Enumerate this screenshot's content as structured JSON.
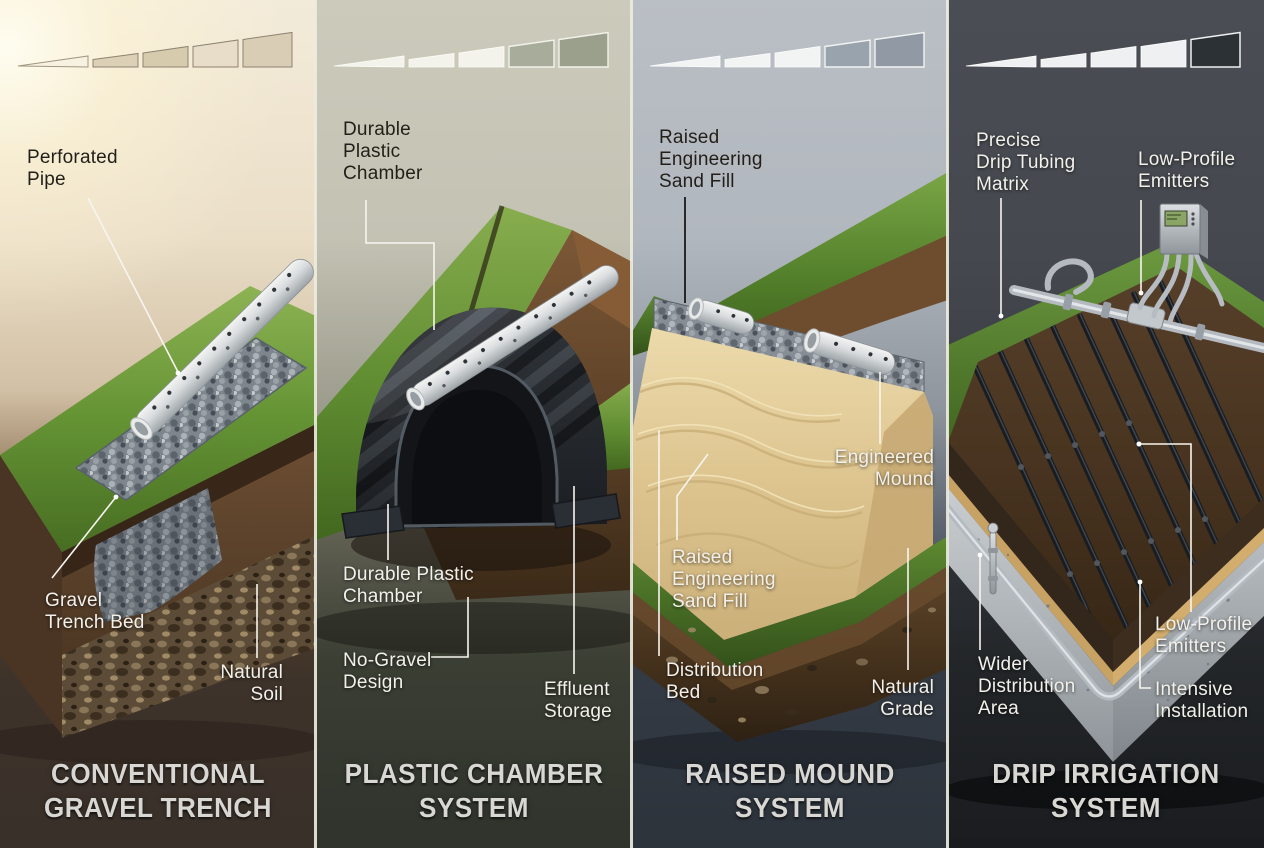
{
  "figure": {
    "type": "comparison-infographic",
    "subject": "Septic drainfield system types, cutaway cross-sections",
    "panel_count": 4
  },
  "panels": [
    {
      "id": "conventional-gravel-trench",
      "title_lines": [
        "CONVENTIONAL",
        "GRAVEL TRENCH"
      ],
      "scale_indicator": {
        "segments": 5,
        "style": [
          "outlined",
          "outlined",
          "outlined",
          "outlined",
          "outlined"
        ]
      },
      "callouts": [
        {
          "name": "perforated-pipe",
          "tone": "dark",
          "lines": [
            "Perforated",
            "Pipe"
          ]
        },
        {
          "name": "gravel-trench-bed",
          "tone": "light",
          "lines": [
            "Gravel",
            "Trench Bed"
          ]
        },
        {
          "name": "natural-soil",
          "tone": "light",
          "lines": [
            "Natural",
            "Soil"
          ]
        }
      ]
    },
    {
      "id": "plastic-chamber-system",
      "title_lines": [
        "PLASTIC CHAMBER",
        "SYSTEM"
      ],
      "scale_indicator": {
        "segments": 5,
        "style": [
          "filled-white",
          "filled-white",
          "filled-white",
          "filled-gray",
          "filled-gray"
        ]
      },
      "callouts": [
        {
          "name": "durable-plastic-chamber-top",
          "tone": "dark",
          "lines": [
            "Durable",
            "Plastic",
            "Chamber"
          ]
        },
        {
          "name": "durable-plastic-chamber",
          "tone": "light",
          "lines": [
            "Durable Plastic",
            "Chamber"
          ]
        },
        {
          "name": "no-gravel-design",
          "tone": "light",
          "lines": [
            "No-Gravel",
            "Design"
          ]
        },
        {
          "name": "effluent-storage",
          "tone": "light",
          "lines": [
            "Effluent",
            "Storage"
          ]
        }
      ]
    },
    {
      "id": "raised-mound-system",
      "title_lines": [
        "RAISED MOUND",
        "SYSTEM"
      ],
      "scale_indicator": {
        "segments": 5,
        "style": [
          "filled-white",
          "filled-white",
          "filled-white",
          "filled-gray",
          "filled-gray"
        ]
      },
      "callouts": [
        {
          "name": "raised-engineering-sand-fill-top",
          "tone": "dark",
          "lines": [
            "Raised",
            "Engineering",
            "Sand Fill"
          ]
        },
        {
          "name": "engineered-mound",
          "tone": "light",
          "lines": [
            "Engineered",
            "Mound"
          ]
        },
        {
          "name": "raised-engineering-sand-fill",
          "tone": "light",
          "lines": [
            "Raised",
            "Engineering",
            "Sand Fill"
          ]
        },
        {
          "name": "distribution-bed",
          "tone": "light",
          "lines": [
            "Distribution",
            "Bed"
          ]
        },
        {
          "name": "natural-grade",
          "tone": "light",
          "lines": [
            "Natural",
            "Grade"
          ]
        }
      ]
    },
    {
      "id": "drip-irrigation-system",
      "title_lines": [
        "DRIP IRRIGATION",
        "SYSTEM"
      ],
      "scale_indicator": {
        "segments": 5,
        "style": [
          "filled-white",
          "filled-white",
          "filled-white",
          "filled-white",
          "outlined-dark"
        ]
      },
      "callouts": [
        {
          "name": "precise-drip-tubing-matrix",
          "tone": "light",
          "lines": [
            "Precise",
            "Drip Tubing",
            "Matrix"
          ]
        },
        {
          "name": "low-profile-emitters-top",
          "tone": "light",
          "lines": [
            "Low-Profile",
            "Emitters"
          ]
        },
        {
          "name": "wider-distribution-area",
          "tone": "light",
          "lines": [
            "Wider",
            "Distribution",
            "Area"
          ]
        },
        {
          "name": "low-profile-emitters",
          "tone": "light",
          "lines": [
            "Low-Profile",
            "Emitters"
          ]
        },
        {
          "name": "intensive-installation",
          "tone": "light",
          "lines": [
            "Intensive",
            "Installation"
          ]
        }
      ]
    }
  ],
  "colors": {
    "label_dark": "#221f19",
    "label_light": "#f2f0ea",
    "title_text": "#d8d7d3",
    "leader_light": "#f7f5ef",
    "leader_dark": "#1a1a18",
    "divider": "#eceade",
    "panel_backgrounds": {
      "conventional_top": "#f3ebda",
      "conventional_bottom": "#39302a",
      "chamber_top": "#cccabb",
      "chamber_bottom": "#2f332c",
      "mound_top": "#babfc5",
      "mound_bottom": "#2d333b",
      "drip_top": "#4a4e54",
      "drip_bottom": "#1a1c1f"
    }
  }
}
